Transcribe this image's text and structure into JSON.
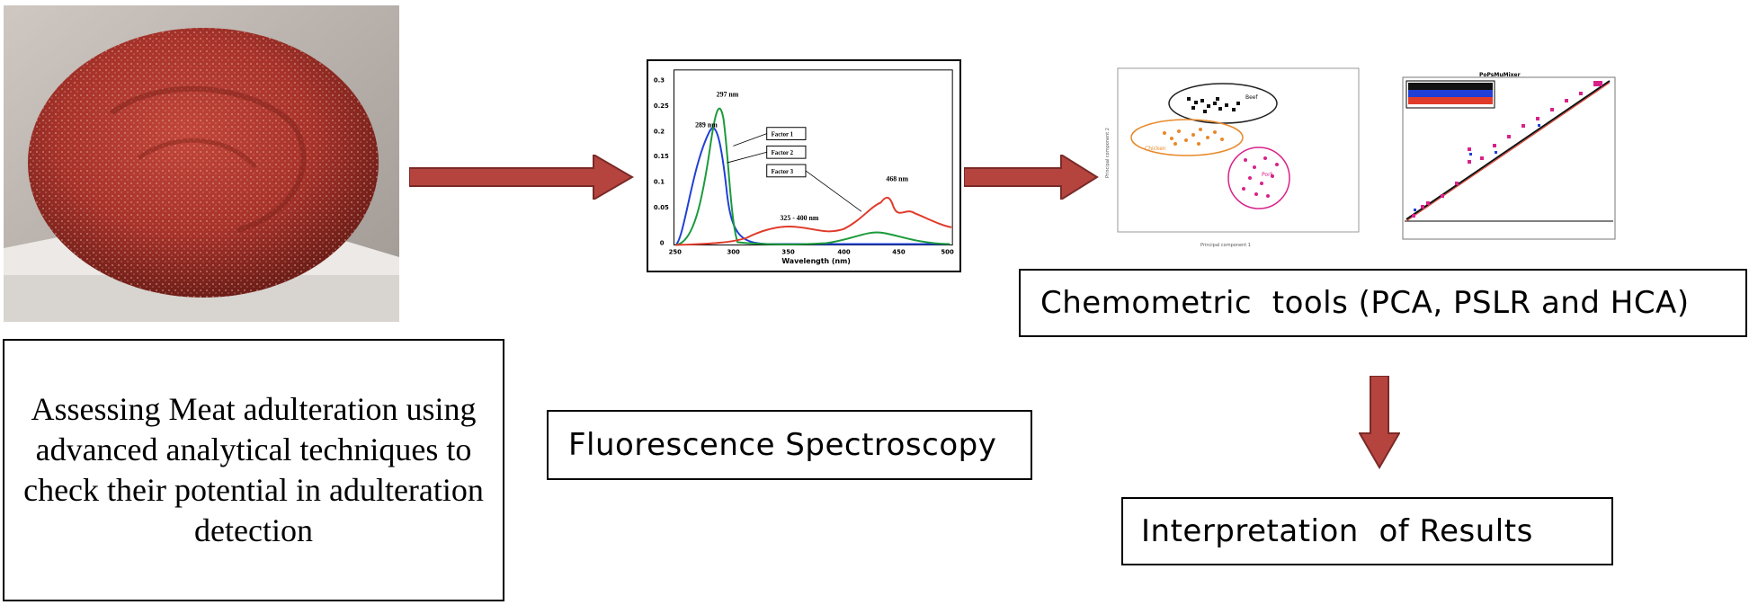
{
  "boxes": {
    "assess": "Assessing Meat adulteration using advanced analytical techniques to check their potential in adulteration detection",
    "fluorescence": "Fluorescence Spectroscopy",
    "chemometric": "Chemometric  tools (PCA, PSLR and HCA)",
    "interpretation": "Interpretation  of Results"
  },
  "colors": {
    "arrow_fill": "#b5443f",
    "arrow_stroke": "#7a2a27",
    "meat": "#a8332b",
    "spectrum_blue": "#1f3fd6",
    "spectrum_green": "#1a9a3a",
    "spectrum_red": "#e03a2a",
    "chicken_orange": "#e8892a",
    "pork_magenta": "#d8228a",
    "beef_black": "#111111"
  },
  "spectrum": {
    "xlabel": "Wavelength (nm)",
    "yticks": [
      "0.3",
      "0.25",
      "0.2",
      "0.15",
      "0.1",
      "0.05",
      "0"
    ],
    "xticks": [
      "250",
      "300",
      "350",
      "400",
      "450",
      "500"
    ],
    "annotations": {
      "peak_green": "297 nm",
      "peak_blue": "289 nm",
      "range": "325 - 400 nm",
      "peak_red": "468 nm"
    },
    "legend": [
      "Factor 1",
      "Factor 2",
      "Factor 3"
    ]
  },
  "pca": {
    "xlabel": "Principal component 1",
    "ylabel": "Principal component 2",
    "groups": [
      "Beef",
      "Chicken",
      "Pork"
    ]
  },
  "plsr": {
    "title": "PoPsMuMixer"
  }
}
